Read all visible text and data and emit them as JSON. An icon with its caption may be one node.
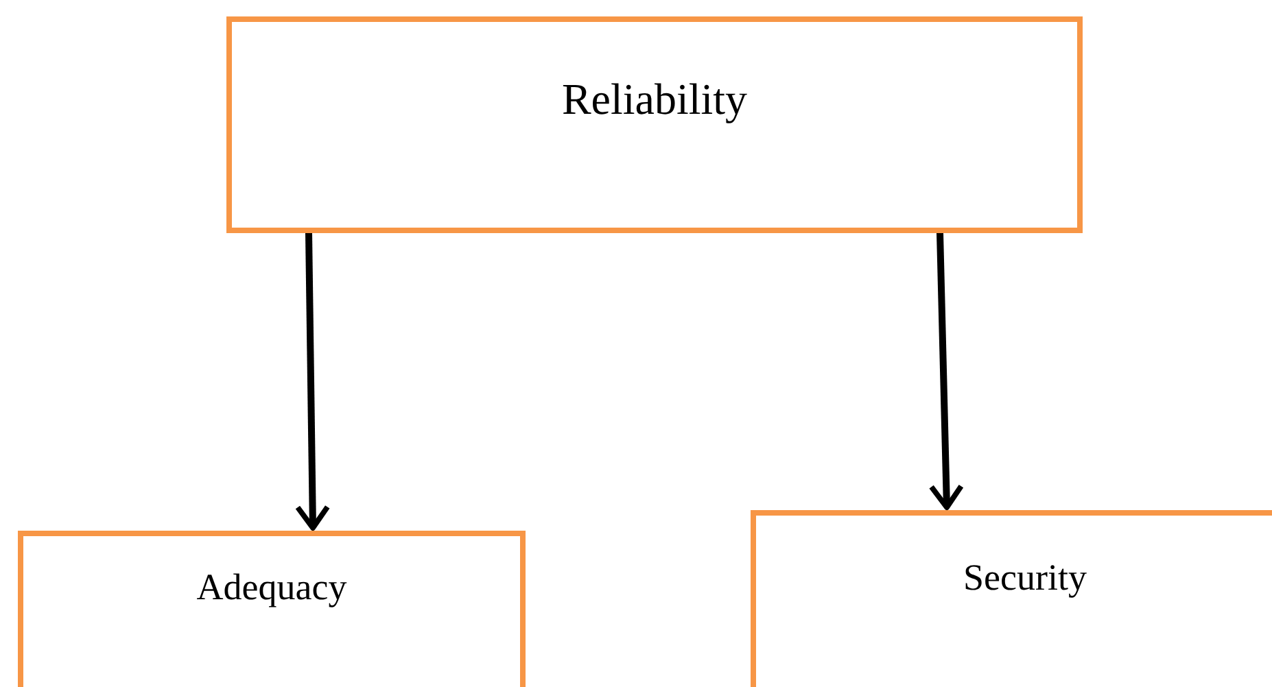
{
  "diagram": {
    "nodes": [
      {
        "text": [
          "Reliability"
        ]
      },
      {
        "text": [
          "Adequacy"
        ]
      },
      {
        "text": [
          "Security"
        ]
      }
    ],
    "edges": [
      {
        "from": 0,
        "to": 1,
        "arrow": "to"
      },
      {
        "from": 0,
        "to": 2,
        "arrow": "to"
      }
    ]
  }
}
